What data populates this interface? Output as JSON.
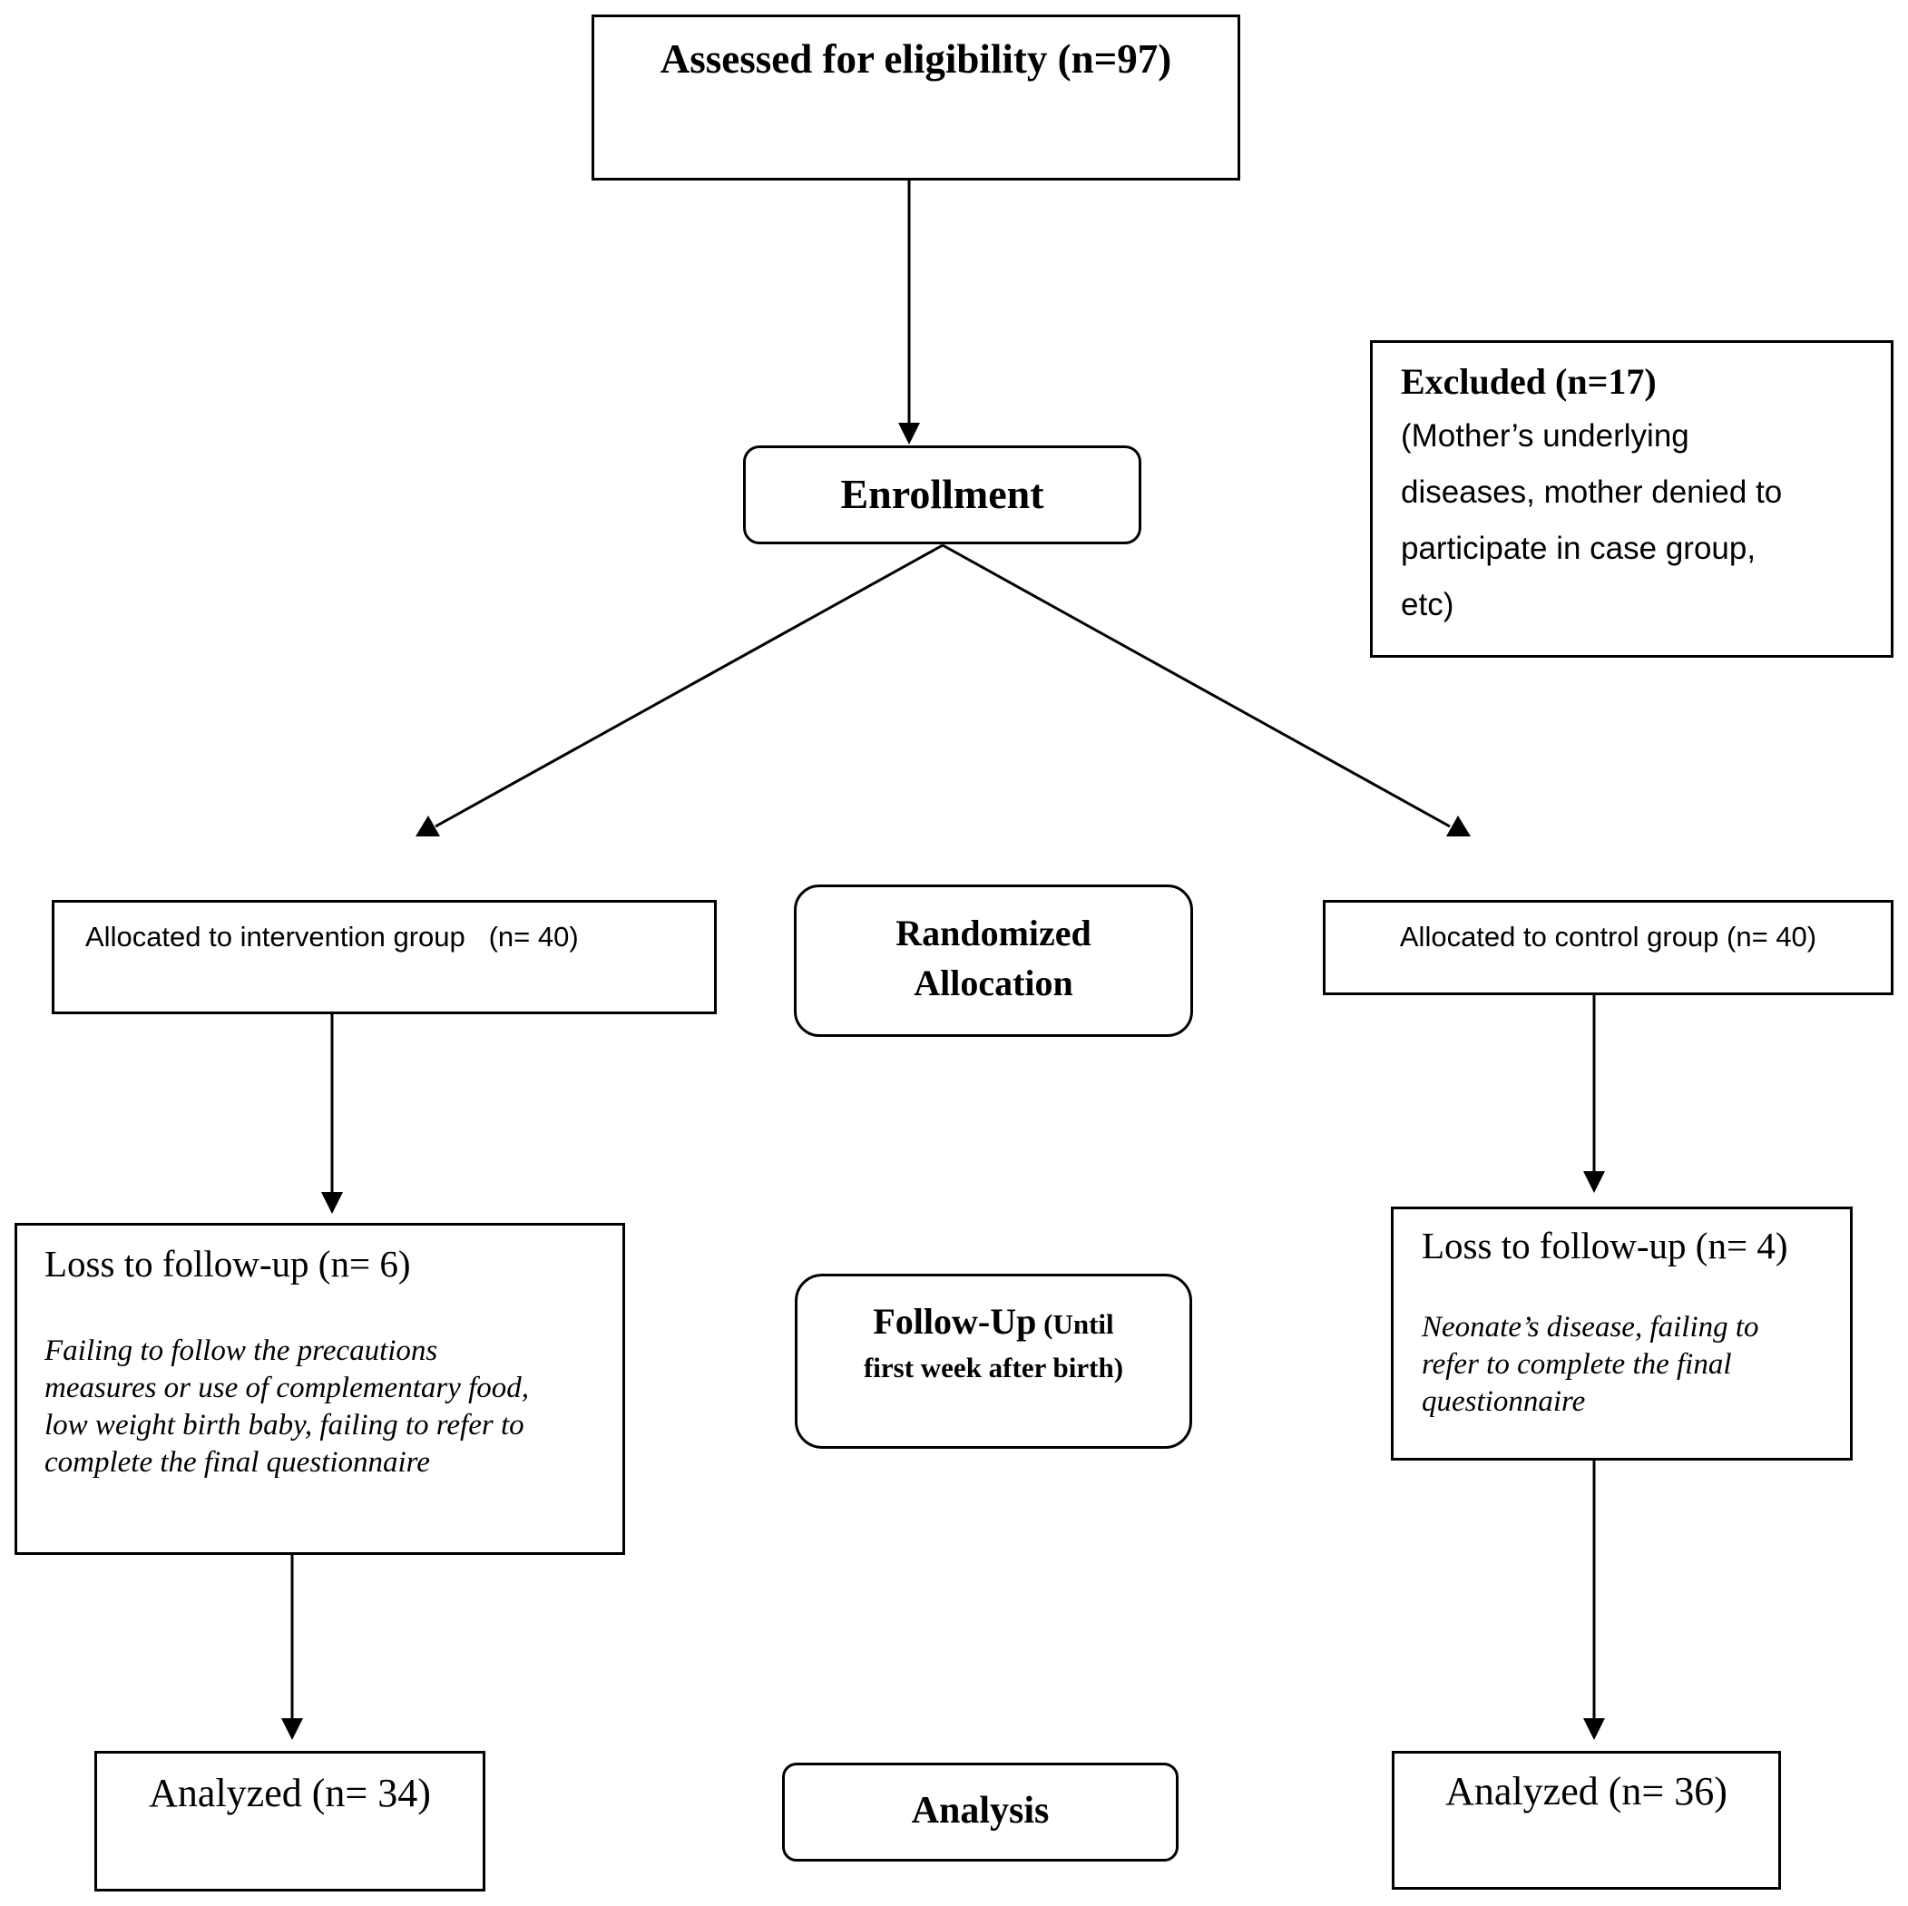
{
  "diagram": {
    "type": "CONSORT flow diagram",
    "nodes": {
      "assessed": {
        "label": "Assessed for eligibility (n=97)"
      },
      "enrollment": {
        "label": "Enrollment"
      },
      "excluded": {
        "title": "Excluded (n=17)",
        "lines": [
          "(Mother’s underlying",
          "diseases, mother denied to",
          "participate in case group,",
          "etc)"
        ]
      },
      "randomized": {
        "lines": [
          "Randomized",
          "Allocation"
        ]
      },
      "intervention": {
        "label": "Allocated to intervention group   (n= 40)"
      },
      "control": {
        "label": "Allocated to control group (n= 40)"
      },
      "loss_intervention": {
        "title": "Loss to follow-up (n= 6)",
        "reasons": [
          "Failing to follow the precautions",
          "measures or use of complementary food,",
          "low weight birth baby, failing to refer to",
          "complete the final questionnaire"
        ]
      },
      "follow_up": {
        "title": "Follow-Up",
        "title_suffix": " (Until",
        "line2": "first week after birth)"
      },
      "loss_control": {
        "title": "Loss to follow-up (n= 4)",
        "reasons": [
          "Neonate’s disease, failing to",
          "refer to complete the final",
          "questionnaire"
        ]
      },
      "analyzed_intervention": {
        "label": "Analyzed (n= 34)"
      },
      "analysis": {
        "label": "Analysis"
      },
      "analyzed_control": {
        "label": "Analyzed (n= 36)"
      }
    },
    "edges": [
      {
        "from": "assessed",
        "to": "enrollment"
      },
      {
        "from": "enrollment",
        "to": "intervention"
      },
      {
        "from": "enrollment",
        "to": "control"
      },
      {
        "from": "intervention",
        "to": "loss_intervention"
      },
      {
        "from": "control",
        "to": "loss_control"
      },
      {
        "from": "loss_intervention",
        "to": "analyzed_intervention"
      },
      {
        "from": "loss_control",
        "to": "analyzed_control"
      }
    ],
    "colors": {
      "stroke": "#000000",
      "background": "#ffffff",
      "text": "#000000"
    }
  }
}
